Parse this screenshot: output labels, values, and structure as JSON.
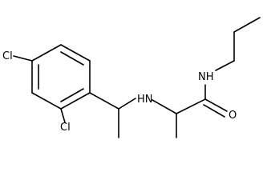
{
  "molecule": {
    "atom_labels": {
      "cl_para": "Cl",
      "cl_ortho": "Cl",
      "nh_amine": "HN",
      "nh_amide": "NH",
      "o_carbonyl": "O"
    },
    "colors": {
      "bond": "#000000",
      "text": "#000000",
      "background": "#ffffff"
    }
  }
}
